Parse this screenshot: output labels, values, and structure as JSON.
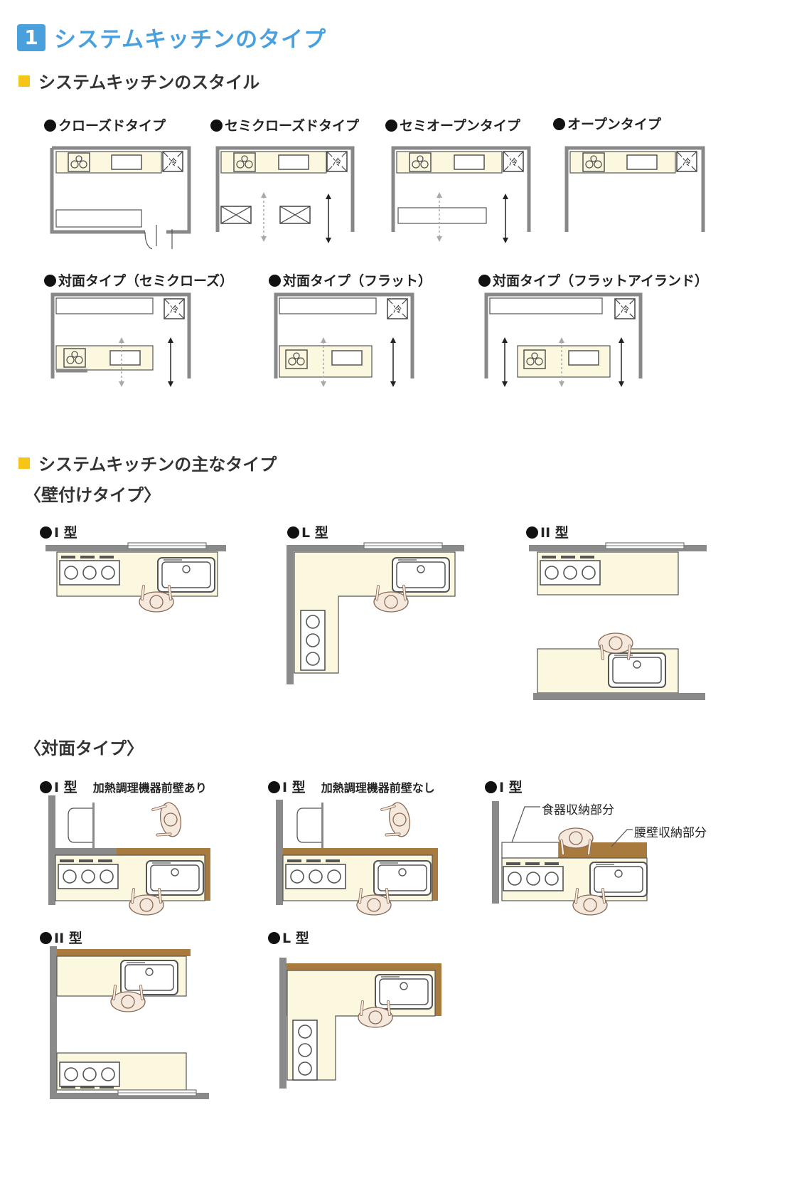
{
  "header": {
    "number": "1",
    "title": "システムキッチンのタイプ"
  },
  "styles_section": {
    "heading": "システムキッチンのスタイル",
    "items": [
      {
        "label": "クローズドタイプ"
      },
      {
        "label": "セミクローズドタイプ"
      },
      {
        "label": "セミオープンタイプ"
      },
      {
        "label": "オープンタイプ"
      },
      {
        "label": "対面タイプ（セミクローズ）"
      },
      {
        "label": "対面タイプ（フラット）"
      },
      {
        "label": "対面タイプ（フラットアイランド）"
      }
    ],
    "fridge_mark": "冷"
  },
  "types_section": {
    "heading": "システムキッチンの主なタイプ",
    "wall_heading": "〈壁付けタイプ〉",
    "wall_items": [
      {
        "label": "I 型"
      },
      {
        "label": "L 型"
      },
      {
        "label": "II 型"
      }
    ],
    "facing_heading": "〈対面タイプ〉",
    "facing_items": [
      {
        "label": "I 型",
        "note": "加熱調理機器前壁あり"
      },
      {
        "label": "I 型",
        "note": "加熱調理機器前壁なし"
      },
      {
        "label": "I 型",
        "note": ""
      },
      {
        "label": "II 型",
        "note": ""
      },
      {
        "label": "L 型",
        "note": ""
      }
    ],
    "callouts": {
      "dish_storage": "食器収納部分",
      "wall_storage": "腰壁収納部分"
    }
  },
  "colors": {
    "accent": "#4a9fdd",
    "square": "#f5c518",
    "counter": "#fbf8df",
    "wall": "#8a8a8a",
    "wood": "#a97a3d",
    "person": "#f5e8dc"
  }
}
